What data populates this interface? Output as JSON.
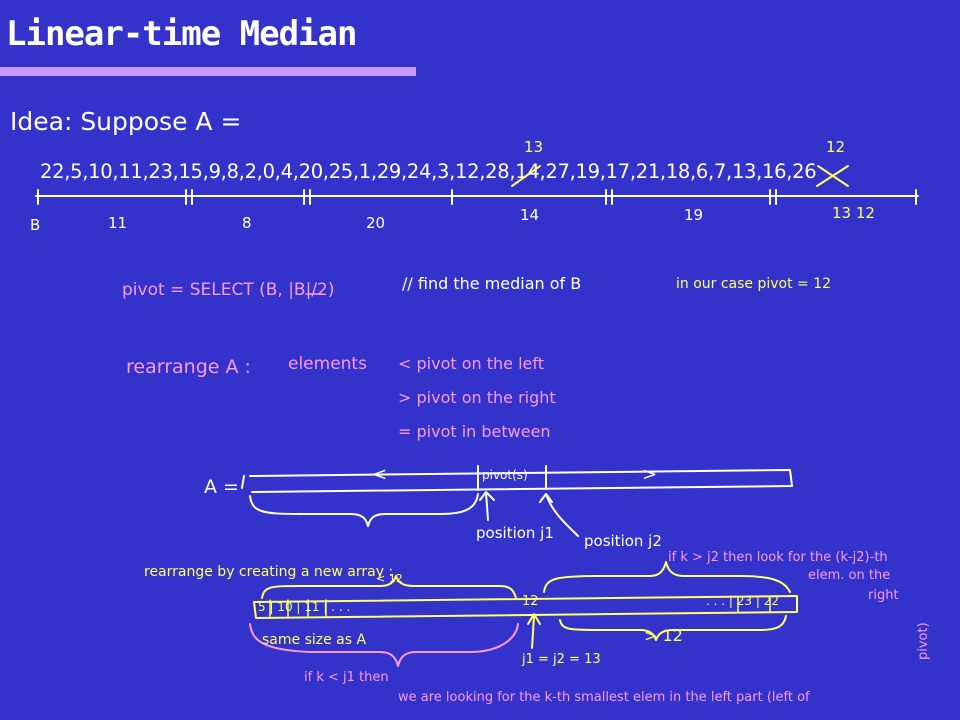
{
  "title": "Linear-time Median",
  "idea": "Idea: Suppose A =",
  "sequence": "22,5,10,11,23,15,9,8,2,0,4,20,25,1,29,24,3,12,28,14,27,19,17,21,18,6,7,13,16,26",
  "annotations": {
    "above_12": "13",
    "above_13": "12",
    "group_b": "B",
    "group_11": "11",
    "group_8": "8",
    "group_20": "20",
    "group_14": "14",
    "group_19": "19",
    "group_last": "13 12",
    "pivot_select": "pivot = SELECT (B, |B|/2)",
    "find_median": "// find the median of B",
    "in_our_case": "in our case pivot = 12",
    "rearrange_a": "rearrange A :",
    "elements": "elements",
    "rule_lt": "< pivot   on the left",
    "rule_gt": "> pivot   on the right",
    "rule_eq": "= pivot   in between",
    "a_eq": "A =",
    "arr_lt": "<",
    "arr_pivot": "pivot(s)",
    "arr_gt": ">",
    "position_j1": "position j1",
    "position_j2": "position j2",
    "rearrange_new": "rearrange by creating a new array :",
    "lt12": "< 12",
    "cells_left": "5 | 10 | 11 | . . .",
    "cell_mid": "12",
    "cells_right": ". . . | 23 | 22",
    "gt12": "> 12",
    "same_size": "same size as A",
    "j1_j2": "j1 = j2 = 13",
    "if_k_gt": "if k > j2 then look for the (k-j2)-th",
    "elem_on_the": "elem. on the",
    "right": "right",
    "if_k_lt": "if k < j1 then",
    "we_are_looking": "we are looking for the k-th smallest elem in the left part (left of",
    "pivot_rot": "pivot)"
  },
  "colors": {
    "background": "#3333cc",
    "title_bar": "#cc99ff",
    "yellow": "#ffff66",
    "pink": "#ff99ee"
  }
}
